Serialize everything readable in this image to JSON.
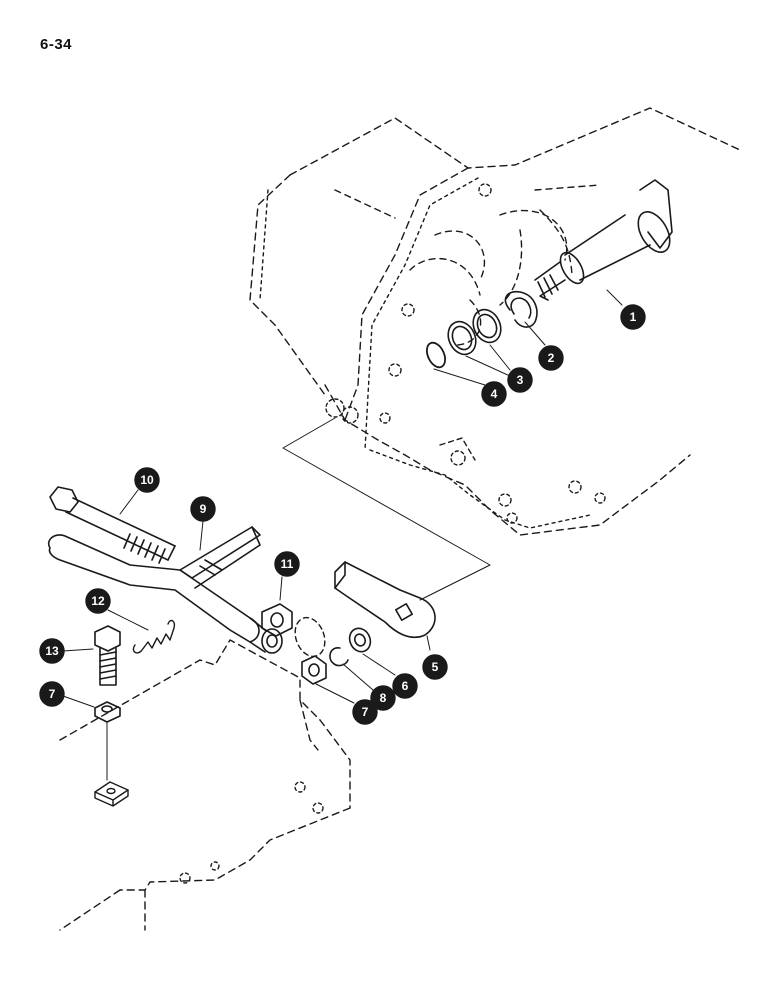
{
  "page": {
    "number": "6-34"
  },
  "callouts": [
    {
      "id": "c1",
      "label": "1"
    },
    {
      "id": "c2",
      "label": "2"
    },
    {
      "id": "c3",
      "label": "3"
    },
    {
      "id": "c4",
      "label": "4"
    },
    {
      "id": "c5",
      "label": "5"
    },
    {
      "id": "c6",
      "label": "6"
    },
    {
      "id": "c7a",
      "label": "7"
    },
    {
      "id": "c7b",
      "label": "7"
    },
    {
      "id": "c8",
      "label": "8"
    },
    {
      "id": "c9",
      "label": "9"
    },
    {
      "id": "c10",
      "label": "10"
    },
    {
      "id": "c11",
      "label": "11"
    },
    {
      "id": "c12",
      "label": "12"
    },
    {
      "id": "c13",
      "label": "13"
    }
  ],
  "colors": {
    "ink": "#1a1a1a",
    "paper": "#ffffff"
  }
}
